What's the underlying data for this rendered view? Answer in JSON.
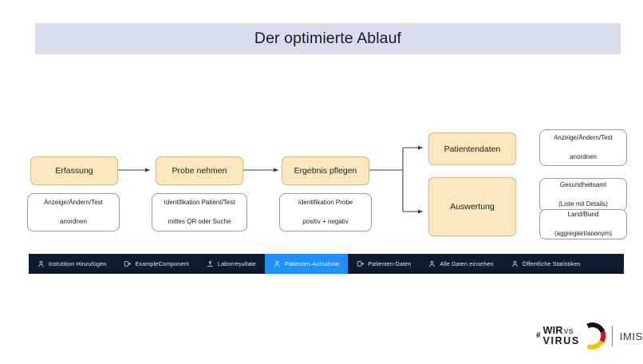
{
  "slide": {
    "title": "Der optimierte Ablauf",
    "title_band_color": "#d7ddea"
  },
  "flow": {
    "main_nodes": [
      {
        "id": "erfassung",
        "label": "Erfassung"
      },
      {
        "id": "probe-nehmen",
        "label": "Probe nehmen"
      },
      {
        "id": "ergebnis-pflegen",
        "label": "Ergebnis pflegen"
      },
      {
        "id": "patientendaten",
        "label": "Patientendaten"
      },
      {
        "id": "auswertung",
        "label": "Auswertung"
      }
    ],
    "note_nodes": [
      {
        "id": "note-erfassung",
        "line1": "Anzeige/Ändern/Test",
        "line2": "anordnen"
      },
      {
        "id": "note-probe",
        "line1": "Identifikation Patient/Test",
        "line2": "mittes QR oder Suche"
      },
      {
        "id": "note-ergebnis",
        "line1": "Identifikation Probe",
        "line2": "positiv + negativ"
      },
      {
        "id": "note-patientendaten",
        "line1": "Anzeige/Ändern/Test",
        "line2": "anordnen"
      },
      {
        "id": "note-gesundheitsamt",
        "line1": "Gesundheitsamt",
        "line2": "(Liste mit Details)"
      },
      {
        "id": "note-landbund",
        "line1": "Land/Bund",
        "line2": "(aggregiert/anonym)"
      }
    ],
    "node_fill": "#fbe7bd",
    "node_border": "#d9bc8a"
  },
  "navbar": {
    "background": "#0d1b2f",
    "active_color": "#1e90ff",
    "items": [
      {
        "label": "Instutition Hinzufügen",
        "icon": "user-icon",
        "active": false
      },
      {
        "label": "ExampleComponent",
        "icon": "window-icon",
        "active": false
      },
      {
        "label": "Laborresultate",
        "icon": "upload-icon",
        "active": false
      },
      {
        "label": "Patienten-Aufnahme",
        "icon": "user-icon",
        "active": true
      },
      {
        "label": "Patienten-Daten",
        "icon": "window-icon",
        "active": false
      },
      {
        "label": "Alle Daten einsehen",
        "icon": "user-icon",
        "active": false
      },
      {
        "label": "Öffentliche Statistiken",
        "icon": "user-icon",
        "active": false
      }
    ]
  },
  "footer": {
    "hash": "#",
    "wir": "WIR",
    "vs": "VS",
    "virus": "VIRUS",
    "imis": "IMIS",
    "arc_colors": [
      "#111111",
      "#d51317",
      "#f5c400"
    ]
  }
}
